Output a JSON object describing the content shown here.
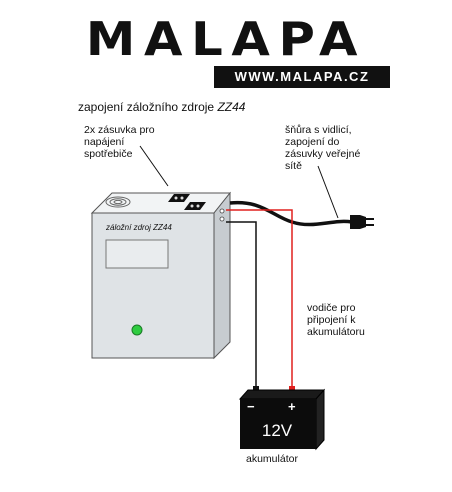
{
  "brand": {
    "name": "MALAPA",
    "url": "WWW.MALAPA.CZ"
  },
  "title": {
    "text": "zapojení záložního zdroje ",
    "model": "ZZ44"
  },
  "labels": {
    "socket_note": "2x zásuvka pro\nnapájení\nspotřebiče",
    "cord_note": "šňůra s vidlicí,\nzapojení do\nzásuvky veřejné\nsítě",
    "wires_note": "vodiče pro\npřipojení k\nakumulátoru",
    "unit_label": "záložní zdroj ZZ44",
    "battery_voltage": "12V",
    "battery_minus": "−",
    "battery_plus": "+",
    "battery_label": "akumulátor"
  },
  "colors": {
    "ink": "#111111",
    "box_front": "#dfe3e6",
    "box_top": "#f2f4f5",
    "box_side": "#c7ccd0",
    "led": "#2ecc40",
    "positive_wire": "#e0201e",
    "battery": "#0c0c0c"
  },
  "icons": [
    "power-socket-icon",
    "power-plug-icon",
    "fan-grille-icon",
    "status-led-icon"
  ]
}
